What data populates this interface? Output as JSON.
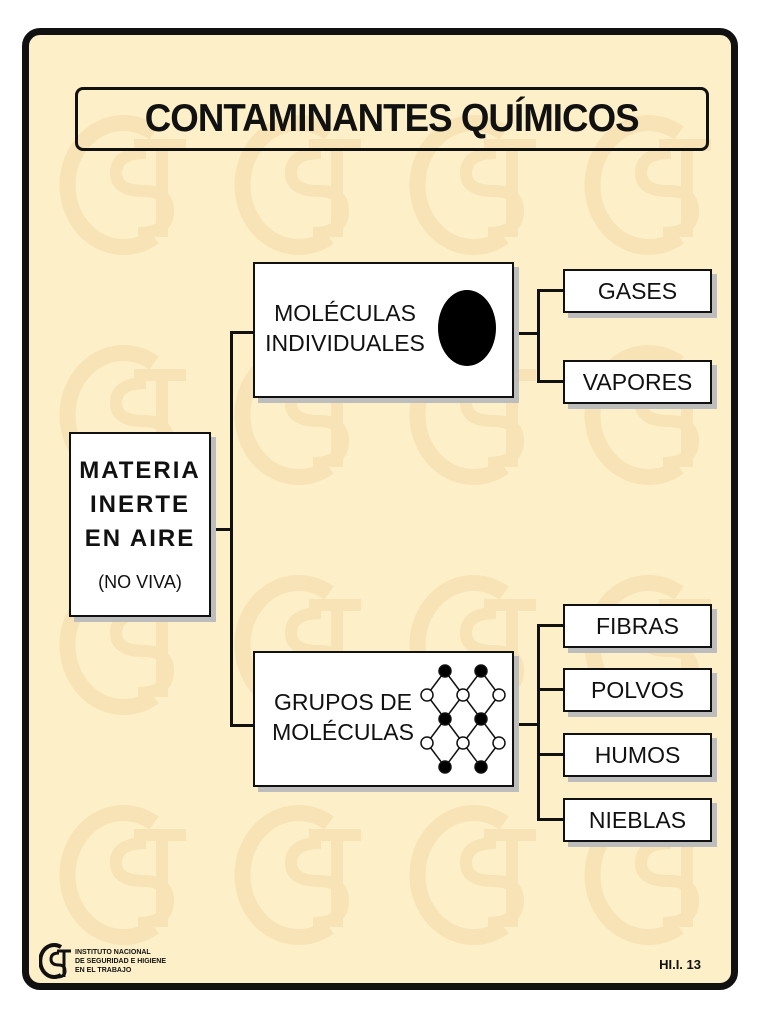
{
  "title": "CONTAMINANTES QUÍMICOS",
  "root": {
    "lines": [
      "MATERIA",
      "INERTE",
      "EN AIRE"
    ],
    "subtitle": "(NO VIVA)"
  },
  "nodes": [
    {
      "lines": [
        "MOLÉCULAS",
        "INDIVIDUALES"
      ],
      "icon": "single-molecule-icon",
      "children": [
        "GASES",
        "VAPORES"
      ]
    },
    {
      "lines": [
        "GRUPOS DE",
        "MOLÉCULAS"
      ],
      "icon": "molecule-lattice-icon",
      "children": [
        "FIBRAS",
        "POLVOS",
        "HUMOS",
        "NIEBLAS"
      ]
    }
  ],
  "footer": {
    "org_lines": [
      "INSTITUTO NACIONAL",
      "DE SEGURIDAD E HIGIENE",
      "EN EL TRABAJO"
    ],
    "code": "HI.I. 13"
  },
  "colors": {
    "background": "#fdefc8",
    "watermark": "#f7e3b5",
    "border": "#111111",
    "box_shadow": "#bdbdbd"
  }
}
